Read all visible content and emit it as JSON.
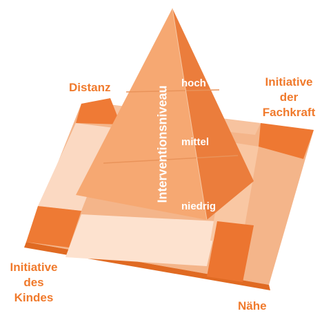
{
  "labels": {
    "top_left": "Distanz",
    "top_right": [
      "Initiative",
      "der",
      "Fachkraft"
    ],
    "bottom_left": [
      "Initiative",
      "des",
      "Kindes"
    ],
    "bottom_right": "Nähe"
  },
  "axis_label": "Interventionsniveau",
  "levels": [
    "hoch",
    "mittel",
    "niedrig"
  ],
  "colors": {
    "accent": "#f07a2c",
    "corner_block": "#f07e38",
    "pale_block": "#fbd6bd",
    "pyramid_light": "#f6a872",
    "pyramid_dark": "#eb7d3c",
    "label_text": "#ffffff"
  }
}
